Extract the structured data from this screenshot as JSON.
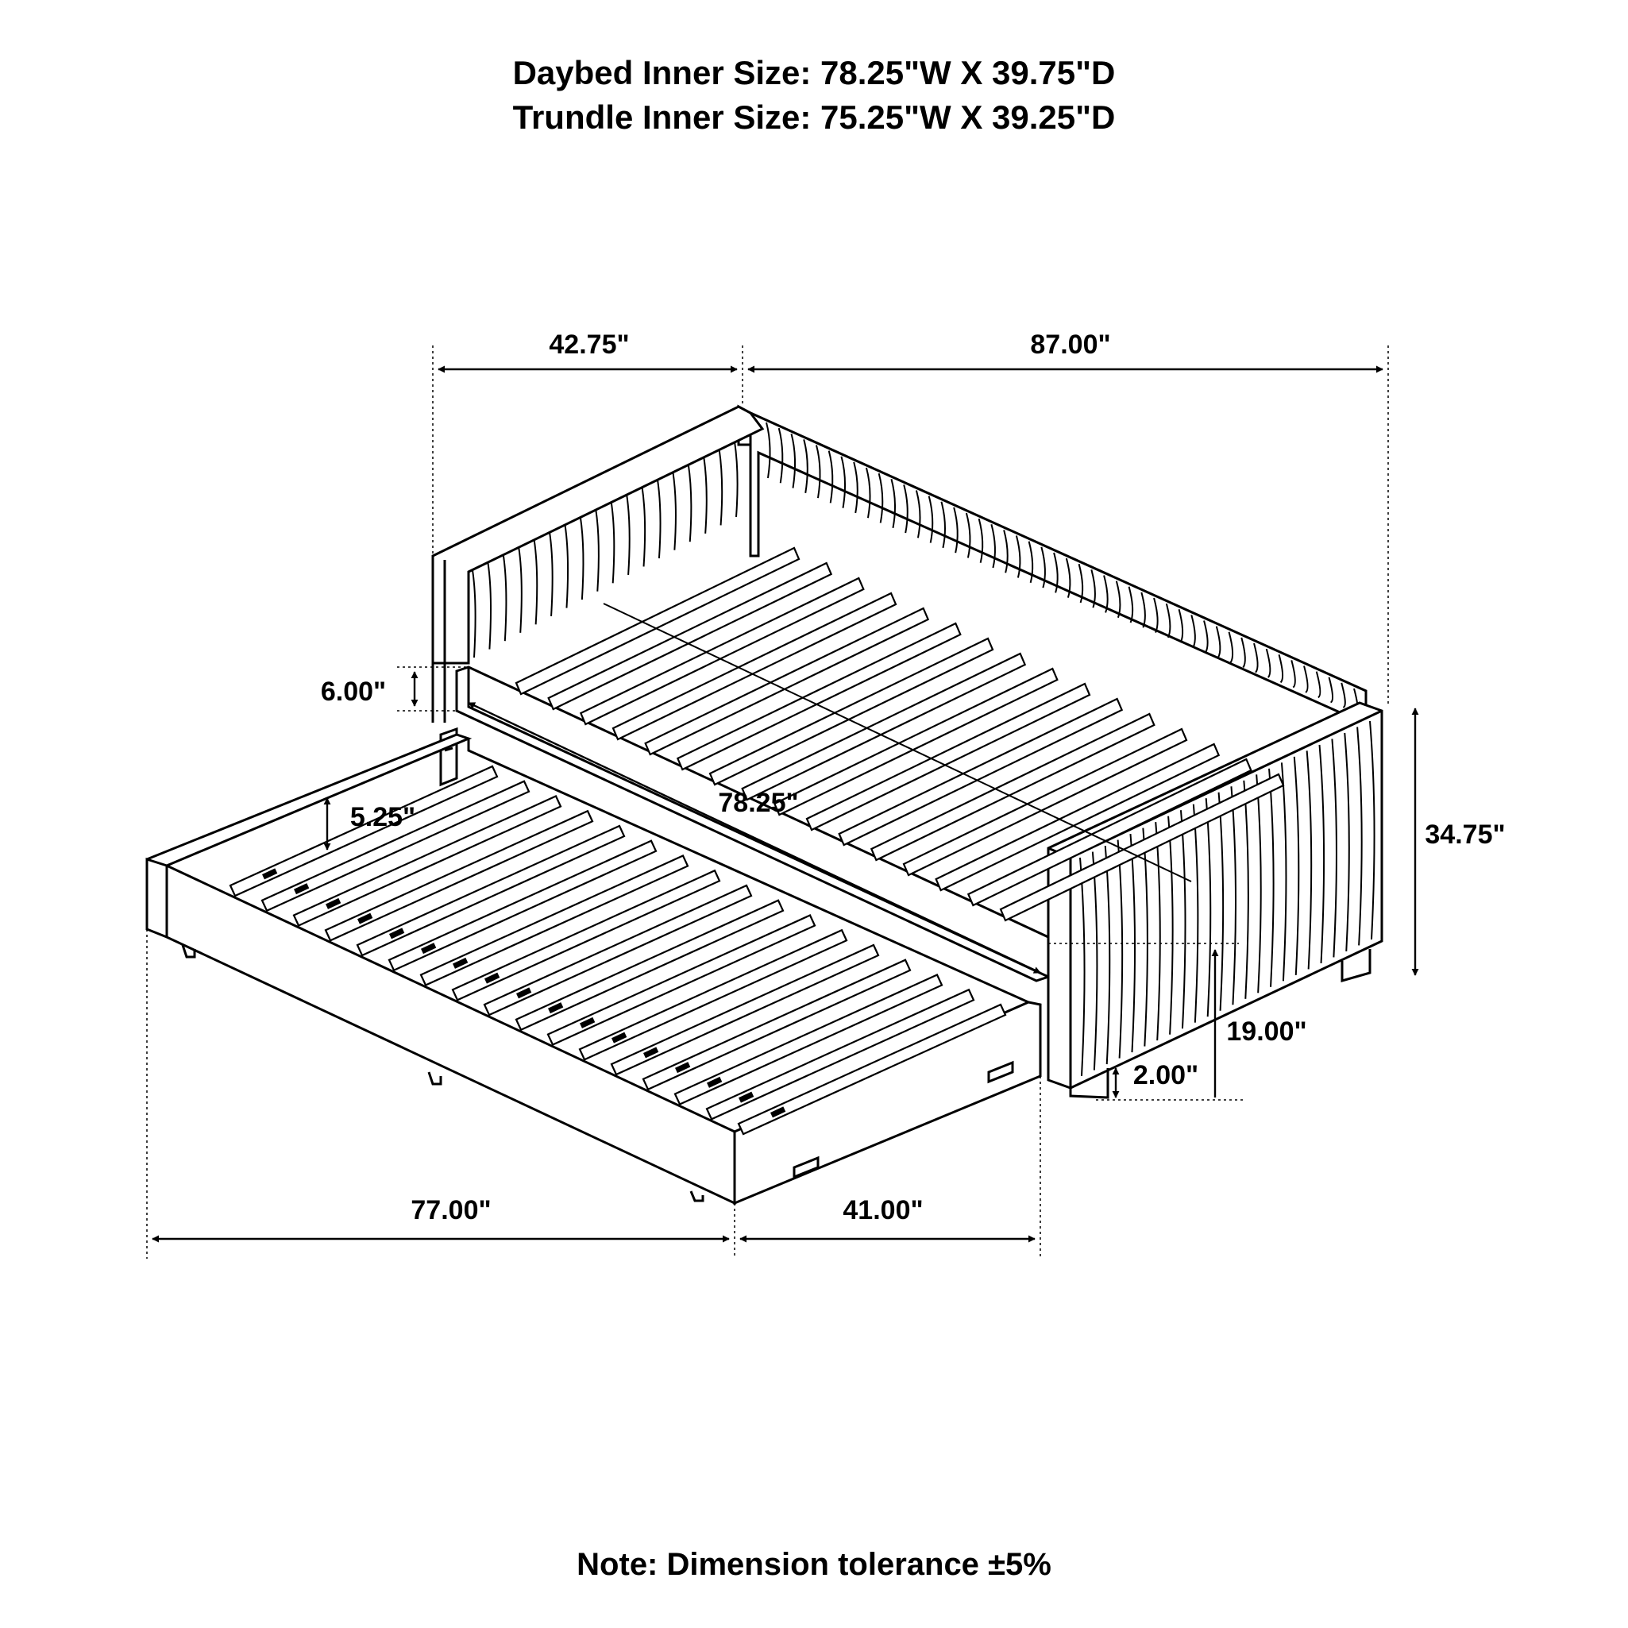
{
  "header": {
    "daybed_inner_size": "Daybed Inner Size: 78.25\"W X 39.75\"D",
    "trundle_inner_size": "Trundle Inner Size: 75.25\"W X 39.25\"D"
  },
  "dimensions": {
    "daybed_depth": "42.75\"",
    "daybed_length": "87.00\"",
    "rail_height": "6.00\"",
    "trundle_rail_height": "5.25\"",
    "inner_length": "78.25\"",
    "overall_height": "34.75\"",
    "seat_height": "19.00\"",
    "leg_clearance": "2.00\"",
    "trundle_length": "77.00\"",
    "trundle_depth": "41.00\""
  },
  "footer": {
    "note": "Note: Dimension tolerance ±5%"
  },
  "colors": {
    "ink": "#000000",
    "background": "#ffffff"
  }
}
